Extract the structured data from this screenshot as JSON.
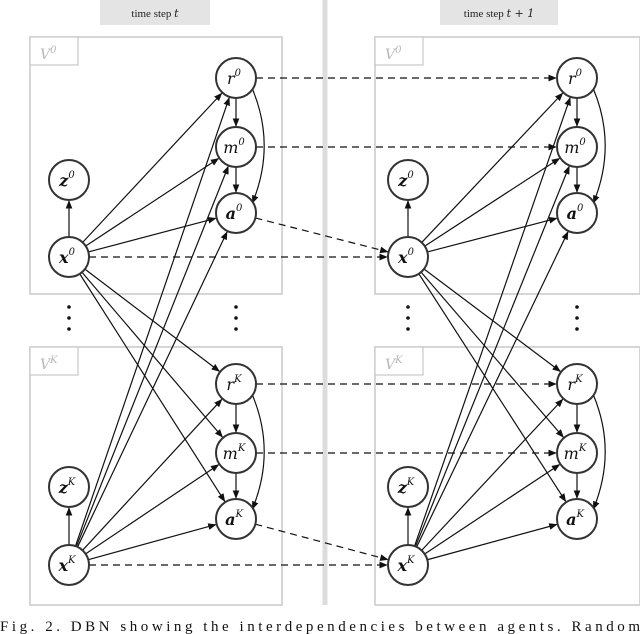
{
  "header": {
    "left_prefix": "time step",
    "left_var": "t",
    "right_prefix": "time step",
    "right_expr": "t + 1"
  },
  "plates": {
    "top_base": "V",
    "top_sup": "0",
    "bottom_base": "V",
    "bottom_sup": "K"
  },
  "nodes": {
    "r": "r",
    "m": "m",
    "a": "a",
    "z": "z",
    "x": "x",
    "sup0": "0",
    "supK": "K"
  },
  "caption": {
    "text": "Fig. 2.  DBN showing the interdependencies between agents. Random"
  },
  "colors": {
    "plate_stroke": "#c8c8c8",
    "divider": "#d9d9d9",
    "header_fill": "#e4e4e4",
    "node_stroke": "#333333"
  }
}
